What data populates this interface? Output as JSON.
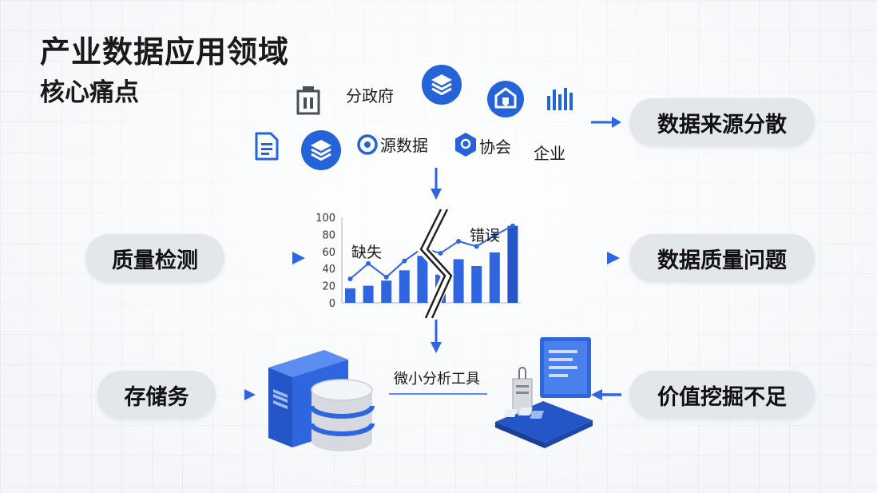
{
  "title": {
    "line1": "产业数据应用领域",
    "line2": "核心痛点"
  },
  "sources": {
    "labels": {
      "gov": "分政府",
      "source": "源数据",
      "assoc": "协会",
      "enterprise": "企业"
    },
    "icons": [
      "building-icon",
      "layers-icon",
      "shield-icon",
      "bar-columns-icon",
      "document-icon",
      "layers-icon",
      "target-icon",
      "hexagon-icon"
    ]
  },
  "pills": {
    "left": [
      "质量检测",
      "存储务"
    ],
    "right": [
      "数据来源分散",
      "数据质量问题",
      "价值挖掘不足"
    ]
  },
  "chart_data": {
    "type": "bar",
    "values": [
      17,
      20,
      26,
      38,
      55,
      33,
      51,
      43,
      59,
      90
    ],
    "line_values": [
      28,
      46,
      30,
      49,
      64,
      58,
      72,
      66,
      79,
      90
    ],
    "ylim": [
      0,
      100
    ],
    "yticks": [
      "100",
      "80",
      "60",
      "40",
      "20",
      "0"
    ],
    "annotations": {
      "missing": "缺失",
      "error": "错误"
    }
  },
  "analysis_label": "微小分析工具",
  "colors": {
    "accent": "#2f66e0",
    "accent_light": "#5b8ef0",
    "pill_bg": "#e3e6ea"
  }
}
